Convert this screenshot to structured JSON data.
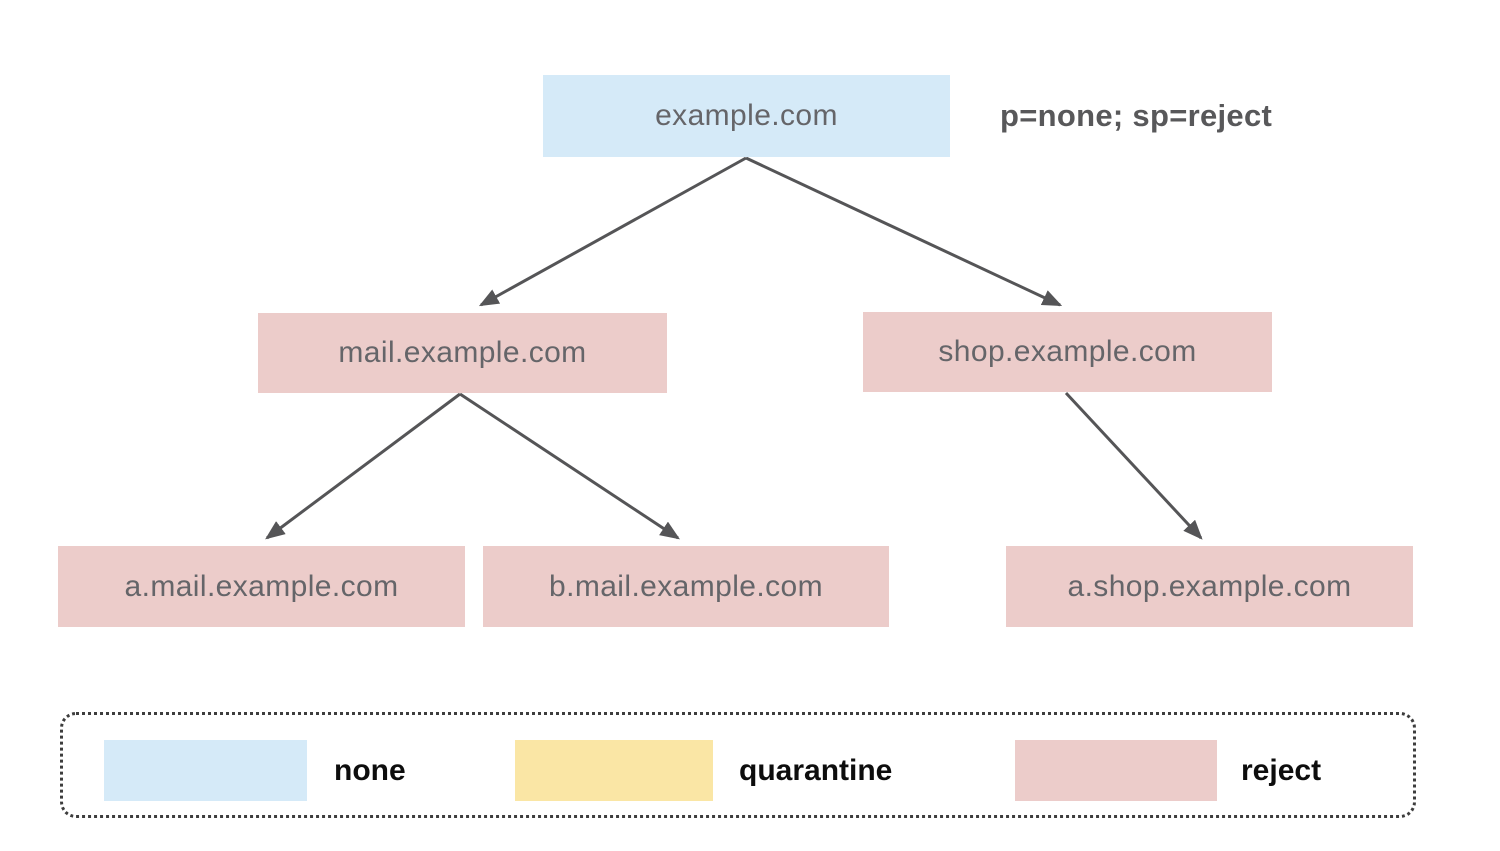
{
  "tree": {
    "nodes": [
      {
        "label": "example.com",
        "policy": "none"
      },
      {
        "label": "mail.example.com",
        "policy": "reject"
      },
      {
        "label": "shop.example.com",
        "policy": "reject"
      },
      {
        "label": "a.mail.example.com",
        "policy": "reject"
      },
      {
        "label": "b.mail.example.com",
        "policy": "reject"
      },
      {
        "label": "a.shop.example.com",
        "policy": "reject"
      }
    ],
    "edges": [
      {
        "from": "example.com",
        "to": "mail.example.com"
      },
      {
        "from": "example.com",
        "to": "shop.example.com"
      },
      {
        "from": "mail.example.com",
        "to": "a.mail.example.com"
      },
      {
        "from": "mail.example.com",
        "to": "b.mail.example.com"
      },
      {
        "from": "shop.example.com",
        "to": "a.shop.example.com"
      }
    ],
    "root_annotation": "p=none; sp=reject"
  },
  "legend": {
    "items": [
      {
        "label": "none",
        "color": "#d5eaf8"
      },
      {
        "label": "quarantine",
        "color": "#fae6a5"
      },
      {
        "label": "reject",
        "color": "#ecccca"
      }
    ]
  },
  "colors": {
    "node_none_fill": "#d5eaf8",
    "node_reject_fill": "#ecccca",
    "arrow": "#555557",
    "node_text": "#656569",
    "annotation_text": "#58585a",
    "legend_text": "#0d0d0d",
    "background": "#ffffff"
  }
}
